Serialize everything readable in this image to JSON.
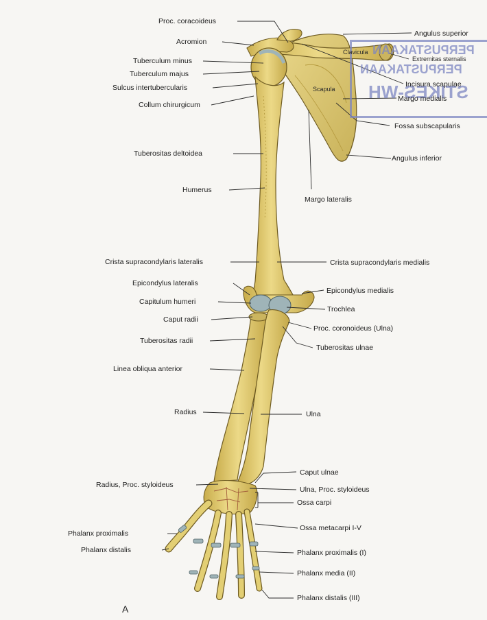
{
  "figure_label": "A",
  "stamp": {
    "lines": [
      "PERPUSTAKAAN",
      "STIKES-WH",
      "PERPUSTAKAAN"
    ]
  },
  "labels": {
    "proc_coracoideus": "Proc. coracoideus",
    "acromion": "Acromion",
    "tuberculum_minus": "Tuberculum minus",
    "tuberculum_majus": "Tuberculum majus",
    "sulcus_intertubercularis": "Sulcus intertubercularis",
    "collum_chirurgicum": "Collum chirurgicum",
    "tuberositas_deltoidea": "Tuberositas deltoidea",
    "humerus": "Humerus",
    "crista_supracondylaris_lateralis": "Crista supracondylaris lateralis",
    "epicondylus_lateralis": "Epicondylus lateralis",
    "capitulum_humeri": "Capitulum humeri",
    "caput_radii": "Caput radii",
    "tuberositas_radii": "Tuberositas radii",
    "linea_obliqua_anterior": "Linea obliqua anterior",
    "radius": "Radius",
    "radius_proc_styloideus": "Radius, Proc. styloideus",
    "phalanx_proximalis": "Phalanx proximalis",
    "phalanx_distalis": "Phalanx distalis",
    "angulus_superior": "Angulus superior",
    "clavicula": "Clavicula",
    "extremitas_sternalis": "Extremitas sternalis",
    "incisura_scapulae": "Incisura scapulae",
    "scapula": "Scapula",
    "margo_medialis": "Margo medialis",
    "fossa_subscapularis": "Fossa subscapularis",
    "angulus_inferior": "Angulus inferior",
    "margo_lateralis": "Margo lateralis",
    "crista_supracondylaris_medialis": "Crista supracondylaris medialis",
    "epicondylus_medialis": "Epicondylus medialis",
    "trochlea": "Trochlea",
    "proc_coronoideus_ulna": "Proc. coronoideus (Ulna)",
    "tuberositas_ulnae": "Tuberositas ulnae",
    "ulna": "Ulna",
    "caput_ulnae": "Caput ulnae",
    "ulna_proc_styloideus": "Ulna, Proc. styloideus",
    "ossa_carpi": "Ossa carpi",
    "ossa_metacarpi": "Ossa metacarpi I-V",
    "phalanx_proximalis_i": "Phalanx proximalis (I)",
    "phalanx_media_ii": "Phalanx media (II)",
    "phalanx_distalis_iii": "Phalanx distalis (III)"
  },
  "colors": {
    "bone": "#e3cf74",
    "bone_shade": "#b59a3e",
    "bone_outline": "#6e5b22",
    "cartilage": "#9fb4b8",
    "leader": "#2b2b2b",
    "stamp": "#7d86c2"
  }
}
